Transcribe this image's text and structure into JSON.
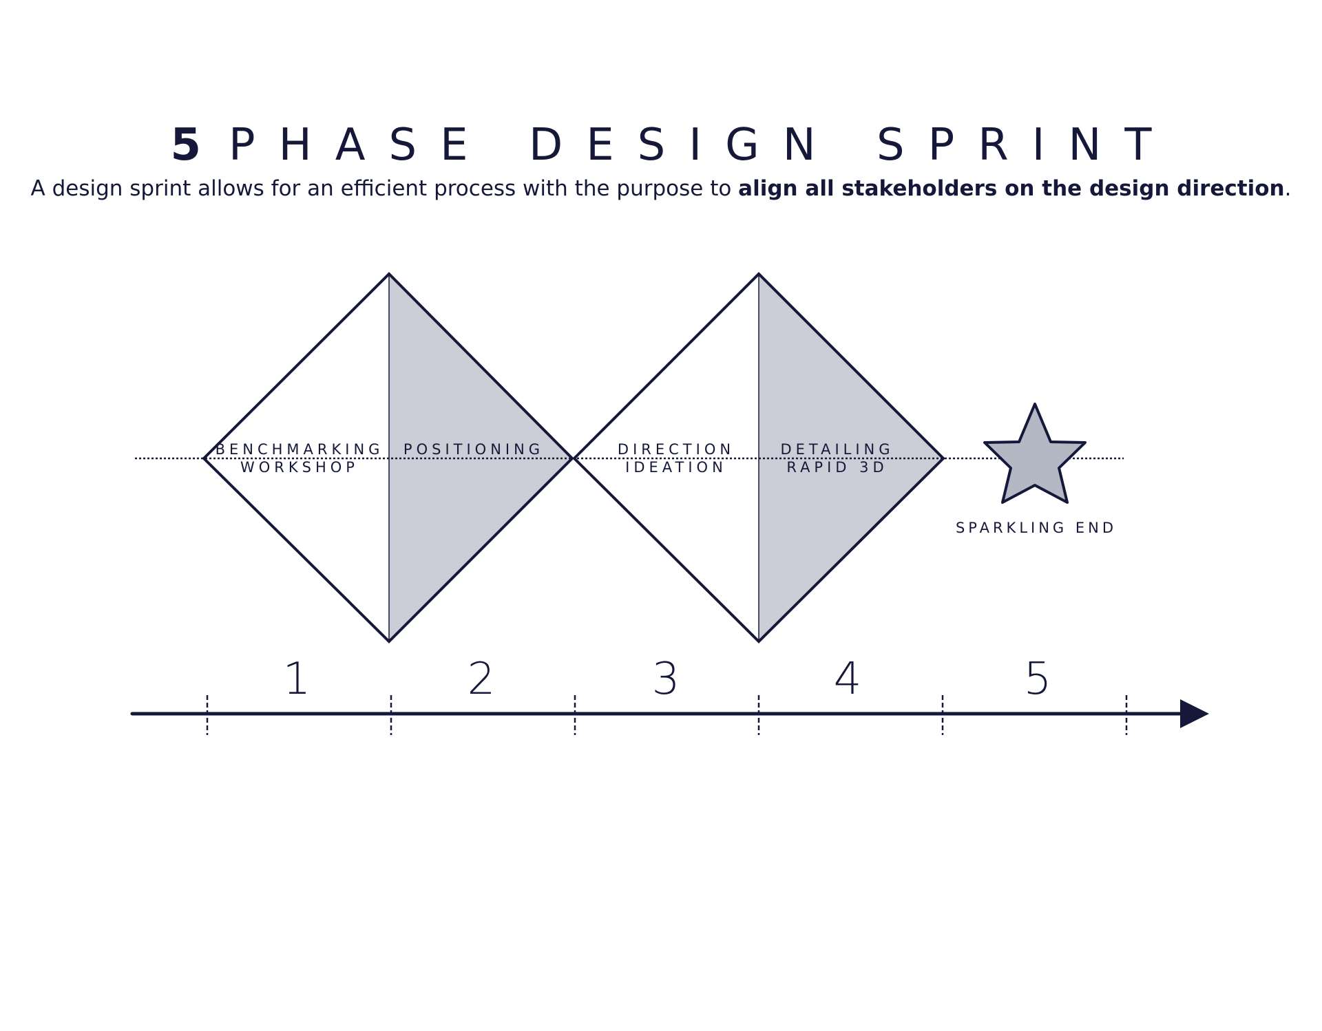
{
  "title": {
    "number": "5",
    "text": "PHASE DESIGN SPRINT"
  },
  "subtitle": {
    "regular": "A design sprint allows for an efficient process with the purpose to ",
    "bold": "align all stakeholders on the design direction",
    "end": "."
  },
  "phases": [
    {
      "line1": "BENCHMARKING",
      "line2": "WORKSHOP"
    },
    {
      "line1": "POSITIONING",
      "line2": ""
    },
    {
      "line1": "DIRECTION",
      "line2": "IDEATION"
    },
    {
      "line1": "DETAILING",
      "line2": "RAPID 3D"
    }
  ],
  "end_label": "SPARKLING END",
  "timeline_numbers": [
    "1",
    "2",
    "3",
    "4",
    "5"
  ],
  "colors": {
    "ink": "#16183a",
    "shade": "#cbced6",
    "star_fill": "#b4b7c4"
  }
}
